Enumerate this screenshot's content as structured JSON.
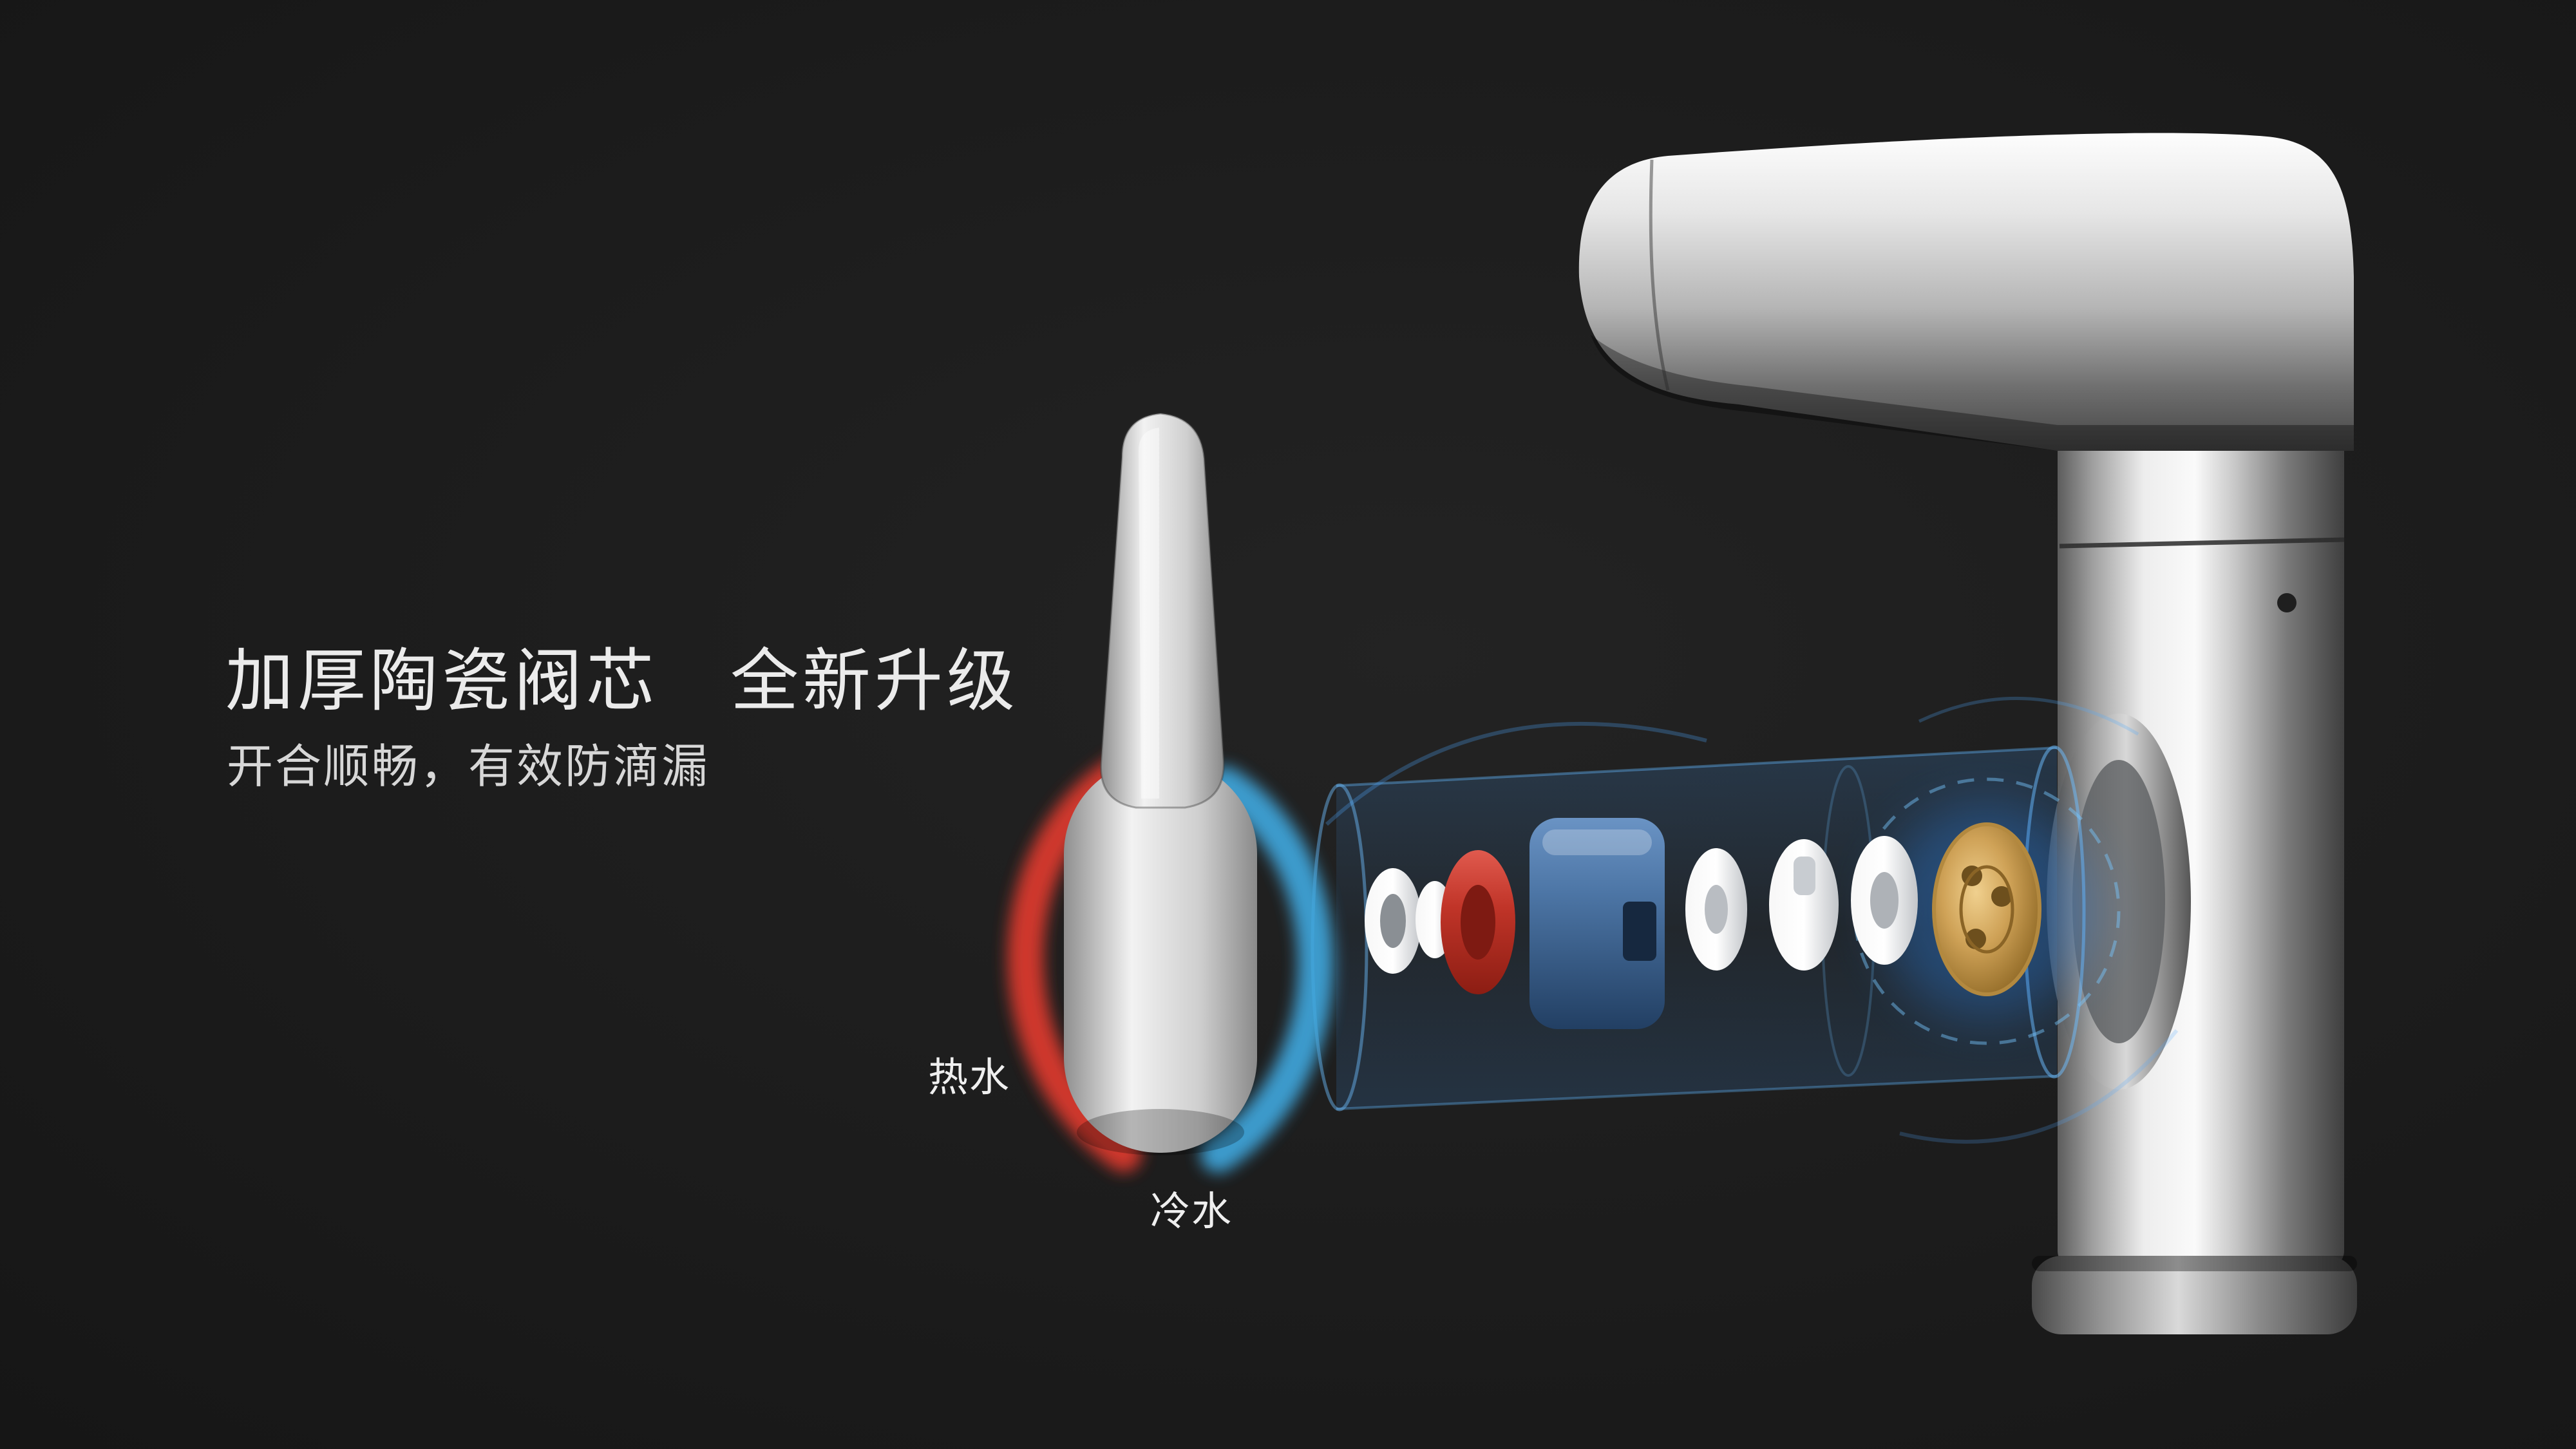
{
  "page": {
    "background": "#1d1d1d"
  },
  "headline": {
    "title": "加厚陶瓷阀芯　全新升级",
    "subtitle": "开合顺畅，有效防滴漏"
  },
  "callouts": {
    "hot_label": "热水",
    "cold_label": "冷水"
  },
  "colors": {
    "hot_red": "#e23a2e",
    "cold_blue": "#3fa9e0",
    "glow_blue": "#49a8ff",
    "heading_text": "#ebebeb",
    "body_text": "#d7d7d7",
    "chrome_light": "#f2f2f2",
    "chrome_dark": "#3f3f3f",
    "cartridge_blue": "#4d76a6",
    "seal_red": "#c03428",
    "valve_brass": "#cfa257"
  }
}
